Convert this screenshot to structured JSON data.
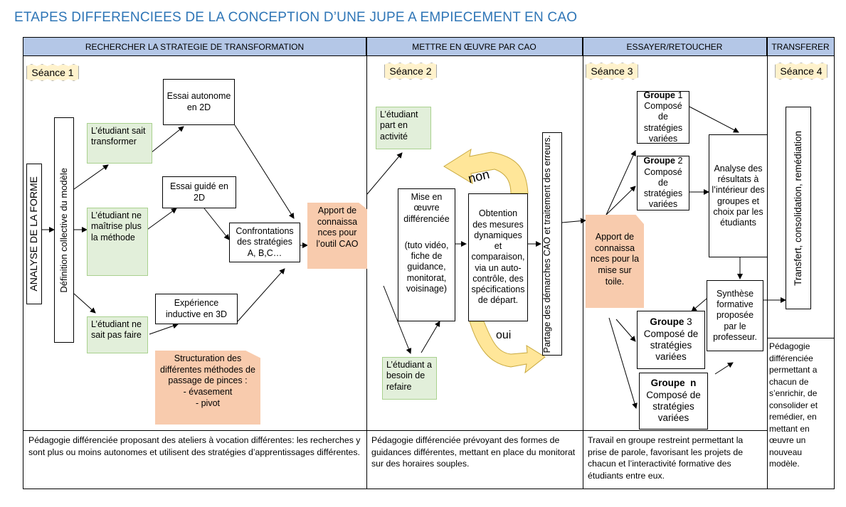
{
  "title": "ETAPES DIFFERENCIEES DE LA CONCEPTION D’UNE JUPE A EMPIECEMENT EN CAO",
  "columns": [
    {
      "header": "RECHERCHER LA STRATEGIE DE TRANSFORMATION",
      "seance": "Séance 1"
    },
    {
      "header": "METTRE EN ŒUVRE PAR CAO",
      "seance": "Séance 2"
    },
    {
      "header": "ESSAYER/RETOUCHER",
      "seance": "Séance 3"
    },
    {
      "header": "TRANSFERER",
      "seance": "Séance 4"
    }
  ],
  "col1": {
    "analyse": "ANALYSE DE LA FORME",
    "definition": "Définition collective du modèle",
    "sait": "L’étudiant sait transformer",
    "ne_maitrise": "L’étudiant ne maîtrise plus la méthode",
    "ne_sait_pas": "L’étudiant ne sait pas faire",
    "essai_autonome": "Essai autonome en 2D",
    "essai_guide": "Essai guidé en 2D",
    "experience": "Expérience inductive en 3D",
    "confrontations": "Confrontations des stratégies A, B,C…",
    "apport": "Apport de connaissa nces pour l’outil CAO",
    "structuration": "Structuration des différentes méthodes de passage de pinces :",
    "struct_item1": "- évasement",
    "struct_item2": "- pivot",
    "bottom": "Pédagogie différenciée proposant des ateliers à vocation différentes: les recherches y sont plus ou moins autonomes et utilisent des stratégies d’apprentissages différentes."
  },
  "col2": {
    "part_activite": "L’étudiant part en activité",
    "besoin_refaire": "L’étudiant a besoin de refaire",
    "mise_oeuvre": "Mise en œuvre différenciée",
    "mise_oeuvre_detail": "(tuto vidéo, fiche de guidance, monitorat, voisinage)",
    "obtention": "Obtention des mesures dynamiques et comparaison, via un auto-contrôle, des spécifications de départ.",
    "non": "non",
    "oui": "oui",
    "partage": "Partage des démarches CAO et traitement des erreurs.",
    "bottom": "Pédagogie différenciée prévoyant des formes de guidances différentes, mettant en place du monitorat sur des horaires souples."
  },
  "col3": {
    "apport": "Apport de connaissa nces pour la mise sur toile.",
    "groupes": [
      {
        "name": "Groupe",
        "num": "1",
        "desc": "Composé de stratégies variées"
      },
      {
        "name": "Groupe",
        "num": "2",
        "desc": "Composé de stratégies variées"
      },
      {
        "name": "Groupe",
        "num": "3",
        "desc": "Composé de stratégies variées"
      },
      {
        "name": "Groupe",
        "num": "n",
        "desc": "Composé de stratégies variées"
      }
    ],
    "analyse": "Analyse des résultats à l’intérieur des groupes et choix par les étudiants",
    "synthese": "Synthèse formative proposée par le professeur.",
    "bottom": "Travail en groupe restreint permettant la prise de parole, favorisant les projets de chacun et l’interactivité formative des étudiants entre eux."
  },
  "col4": {
    "transfert": "Transfert, consolidation, remédiation",
    "bottom": "Pédagogie différenciée permettant a chacun de s’enrichir, de consolider et remédier, en mettant en œuvre un nouveau modèle."
  },
  "colors": {
    "header_bg": "#b4c7e7",
    "green": "#e2efda",
    "orange": "#f8cbad",
    "seance": "#fff2cc",
    "arrow_yellow": "#ffe699",
    "title": "#2e75b6"
  }
}
